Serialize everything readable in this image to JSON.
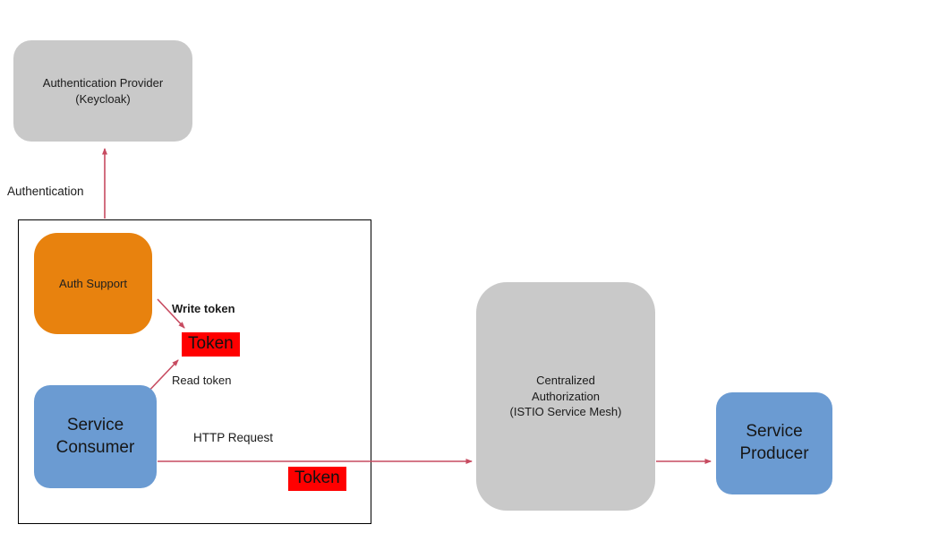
{
  "diagram": {
    "nodes": {
      "auth_provider": {
        "line1": "Authentication Provider",
        "line2": "(Keycloak)"
      },
      "auth_support": {
        "label": "Auth Support"
      },
      "service_consumer": {
        "line1": "Service",
        "line2": "Consumer"
      },
      "centralized_authorization": {
        "line1": "Centralized",
        "line2": "Authorization",
        "line3": "(ISTIO Service Mesh)"
      },
      "service_producer": {
        "line1": "Service",
        "line2": "Producer"
      }
    },
    "edge_labels": {
      "authentication": "Authentication",
      "write_token": "Write token",
      "read_token": "Read token",
      "http_request": "HTTP Request"
    },
    "badges": {
      "token_write": "Token",
      "token_request": "Token"
    },
    "colors": {
      "node_gray": "#c9c9c9",
      "node_orange": "#e8820e",
      "node_blue": "#6b9bd2",
      "token_red": "#ff0000",
      "arrow_red": "#c74b60",
      "boundary_border": "#000000"
    }
  }
}
